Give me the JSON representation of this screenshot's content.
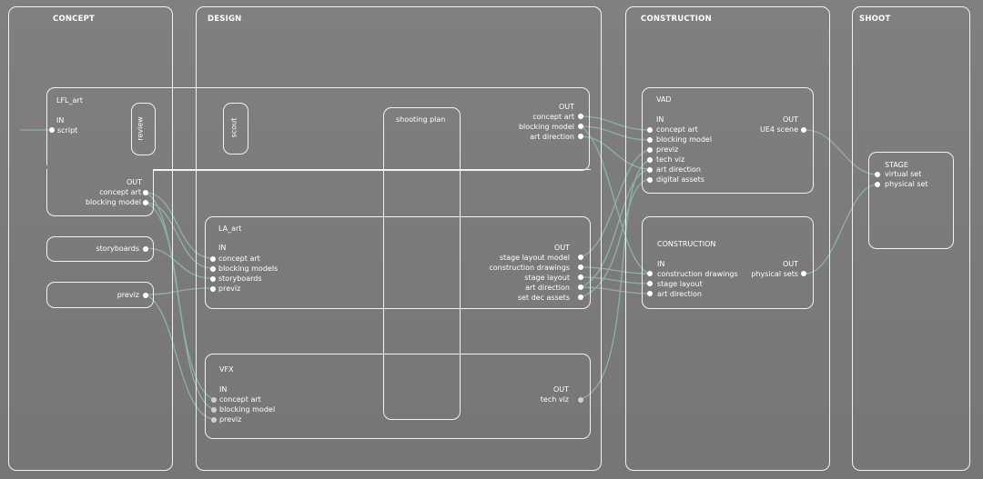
{
  "columns": {
    "concept": "CONCEPT",
    "design": "DESIGN",
    "construction": "CONSTRUCTION",
    "shoot": "SHOOT"
  },
  "lfl_art": {
    "title": "LFL_art",
    "in_label": "IN",
    "inputs": [
      "script"
    ],
    "review": "review",
    "out_label": "OUT",
    "outputs": [
      "concept art",
      "blocking model"
    ]
  },
  "storyboards": "storyboards",
  "previz": "previz",
  "scout": "scout",
  "shooting_plan": "shooting plan",
  "lfl_out_top": {
    "out_label": "OUT",
    "outputs": [
      "concept art",
      "blocking model",
      "art direction"
    ]
  },
  "la_art": {
    "title": "LA_art",
    "in_label": "IN",
    "inputs": [
      "concept art",
      "blocking models",
      "storyboards",
      "previz"
    ],
    "out_label": "OUT",
    "outputs": [
      "stage layout model",
      "construction drawings",
      "stage layout",
      "art direction",
      "set dec assets"
    ]
  },
  "vfx": {
    "title": "VFX",
    "in_label": "IN",
    "inputs": [
      "concept art",
      "blocking model",
      "previz"
    ],
    "out_label": "OUT",
    "outputs": [
      "tech viz"
    ]
  },
  "vad": {
    "title": "VAD",
    "in_label": "IN",
    "inputs": [
      "concept art",
      "blocking model",
      "previz",
      "tech viz",
      "art direction",
      "digital assets"
    ],
    "out_label": "OUT",
    "outputs": [
      "UE4 scene"
    ]
  },
  "construction_node": {
    "title": "CONSTRUCTION",
    "in_label": "IN",
    "inputs": [
      "construction drawings",
      "stage layout",
      "art direction"
    ],
    "out_label": "OUT",
    "outputs": [
      "physical sets"
    ]
  },
  "stage": {
    "title": "STAGE",
    "inputs": [
      "virtual set",
      "physical set"
    ]
  },
  "colors": {
    "background": "#7a7a7a",
    "border": "#f2f2f2",
    "wire": "#8fb8ac"
  }
}
